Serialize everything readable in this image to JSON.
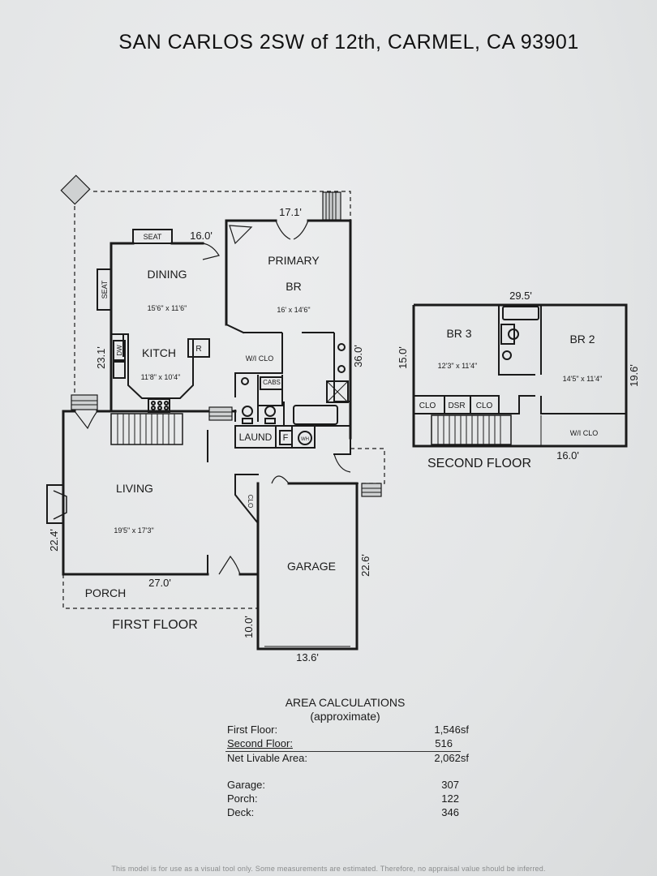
{
  "title": "SAN CARLOS 2SW of 12th, CARMEL, CA  93901",
  "first_floor": {
    "label": "FIRST FLOOR",
    "rooms": {
      "dining": "DINING",
      "dining_size": "15'6\" x 11'6\"",
      "primary": "PRIMARY",
      "primary_br": "BR",
      "primary_size": "16' x 14'6\"",
      "kitchen": "KITCH",
      "kitchen_size": "11'8\" x 10'4\"",
      "living": "LIVING",
      "living_size": "19'5\" x 17'3\"",
      "garage": "GARAGE",
      "porch": "PORCH",
      "seat_top": "SEAT",
      "seat_left": "SEAT",
      "dw": "DW",
      "r": "R",
      "wi_clo": "W/I CLO",
      "cabs": "CABS",
      "laund": "LAUND",
      "f": "F",
      "wh": "WH",
      "clo": "CLO"
    },
    "dims": {
      "top_16": "16.0'",
      "top_17": "17.1'",
      "left_23": "23.1'",
      "right_36": "36.0'",
      "left_22": "22.4'",
      "porch_27": "27.0'",
      "garage_22": "22.6'",
      "garage_10": "10.0'",
      "garage_13": "13.6'"
    }
  },
  "second_floor": {
    "label": "SECOND FLOOR",
    "rooms": {
      "br3": "BR 3",
      "br3_size": "12'3\" x 11'4\"",
      "br2": "BR 2",
      "br2_size": "14'5\" x 11'4\"",
      "clo1": "CLO",
      "dsr": "DSR",
      "clo2": "CLO",
      "wi_clo": "W/I CLO"
    },
    "dims": {
      "top_29": "29.5'",
      "left_15": "15.0'",
      "right_19": "19.6'",
      "bottom_16": "16.0'"
    }
  },
  "area": {
    "heading": "AREA CALCULATIONS",
    "subheading": "(approximate)",
    "rows": [
      {
        "label": "First  Floor:",
        "value": "1,546sf"
      },
      {
        "label": "Second Floor:",
        "value": "516"
      },
      {
        "label": "Net Livable Area:",
        "value": "2,062sf"
      },
      {
        "label": "Garage:",
        "value": "307"
      },
      {
        "label": "Porch:",
        "value": "122"
      },
      {
        "label": "Deck:",
        "value": "346"
      }
    ]
  },
  "footer": "This model is for use as a visual tool only. Some measurements are estimated. Therefore, no appraisal value should be inferred."
}
